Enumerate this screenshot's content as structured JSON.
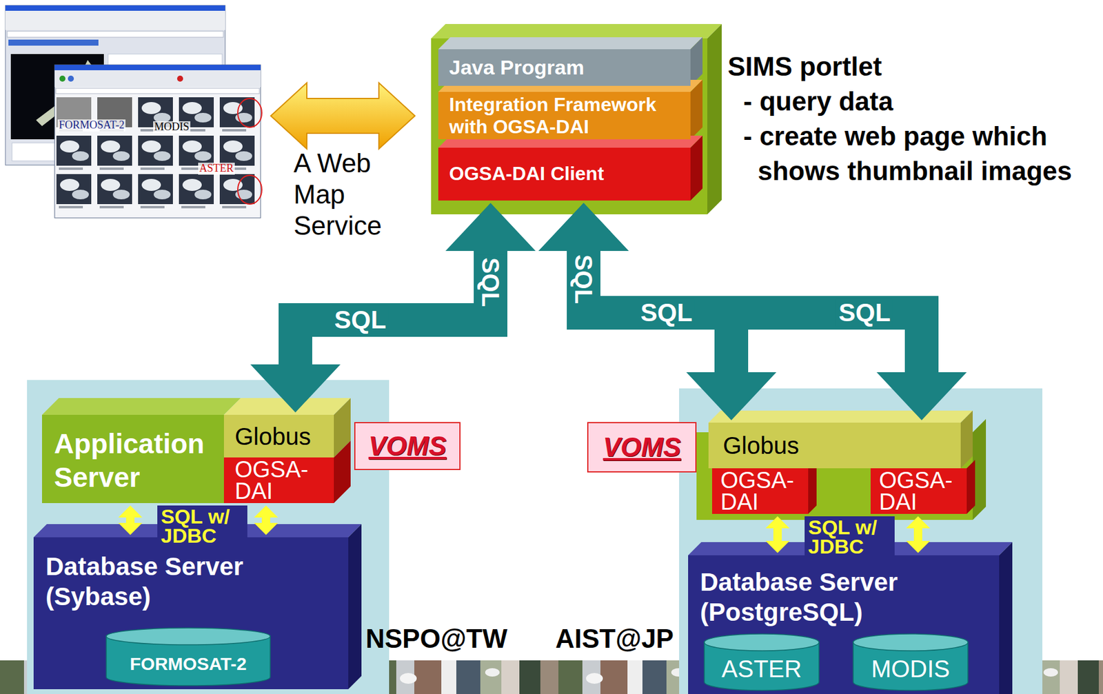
{
  "diagram": {
    "nodes": [
      {
        "text": [
          "Java Program"
        ]
      },
      {
        "text": [
          "Integration Framework with OGSA-DAI"
        ]
      },
      {
        "text": [
          "OGSA-DAI Client"
        ]
      },
      {
        "text": [
          "Application Server"
        ]
      },
      {
        "text": [
          "Globus"
        ],
        "in": 3
      },
      {
        "text": [
          "OGSA-DAI"
        ],
        "in": 3
      },
      {
        "text": [
          "VOMS"
        ]
      },
      {
        "text": [
          "Database Server (Sybase)"
        ]
      },
      {
        "text": [
          "FORMOSAT-2"
        ],
        "in": 7
      },
      {
        "text": [
          "VOMS"
        ]
      },
      {
        "text": [
          "Globus"
        ]
      },
      {
        "text": [
          "OGSA-DAI"
        ]
      },
      {
        "text": [
          "OGSA-DAI"
        ]
      },
      {
        "text": [
          "Database Server (PostgreSQL)"
        ]
      },
      {
        "text": [
          "ASTER"
        ],
        "in": 13
      },
      {
        "text": [
          "MODIS"
        ],
        "in": 13
      }
    ],
    "edges": [
      {
        "from": 2,
        "to": 4,
        "arrow": "both",
        "label": "SQL"
      },
      {
        "from": 2,
        "to": 10,
        "arrow": "both",
        "label": "SQL"
      },
      {
        "from": 2,
        "to": 10,
        "arrow": "both",
        "label": "SQL"
      },
      {
        "from": 3,
        "to": 7,
        "arrow": "both"
      },
      {
        "from": 5,
        "to": 7,
        "arrow": "both"
      },
      {
        "from": 11,
        "to": 13,
        "arrow": "both"
      },
      {
        "from": 12,
        "to": 13,
        "arrow": "both"
      }
    ],
    "labels": [
      "A Web Map Service",
      "SIMS portlet",
      "- query data",
      "- create web page which shows thumbnail images",
      "SQL",
      "SQL",
      "SQL w/ JDBC",
      "SQL w/ JDBC",
      "NSPO@TW",
      "AIST@JP",
      "FORMOSAT-2",
      "MODIS",
      "ASTER"
    ]
  }
}
